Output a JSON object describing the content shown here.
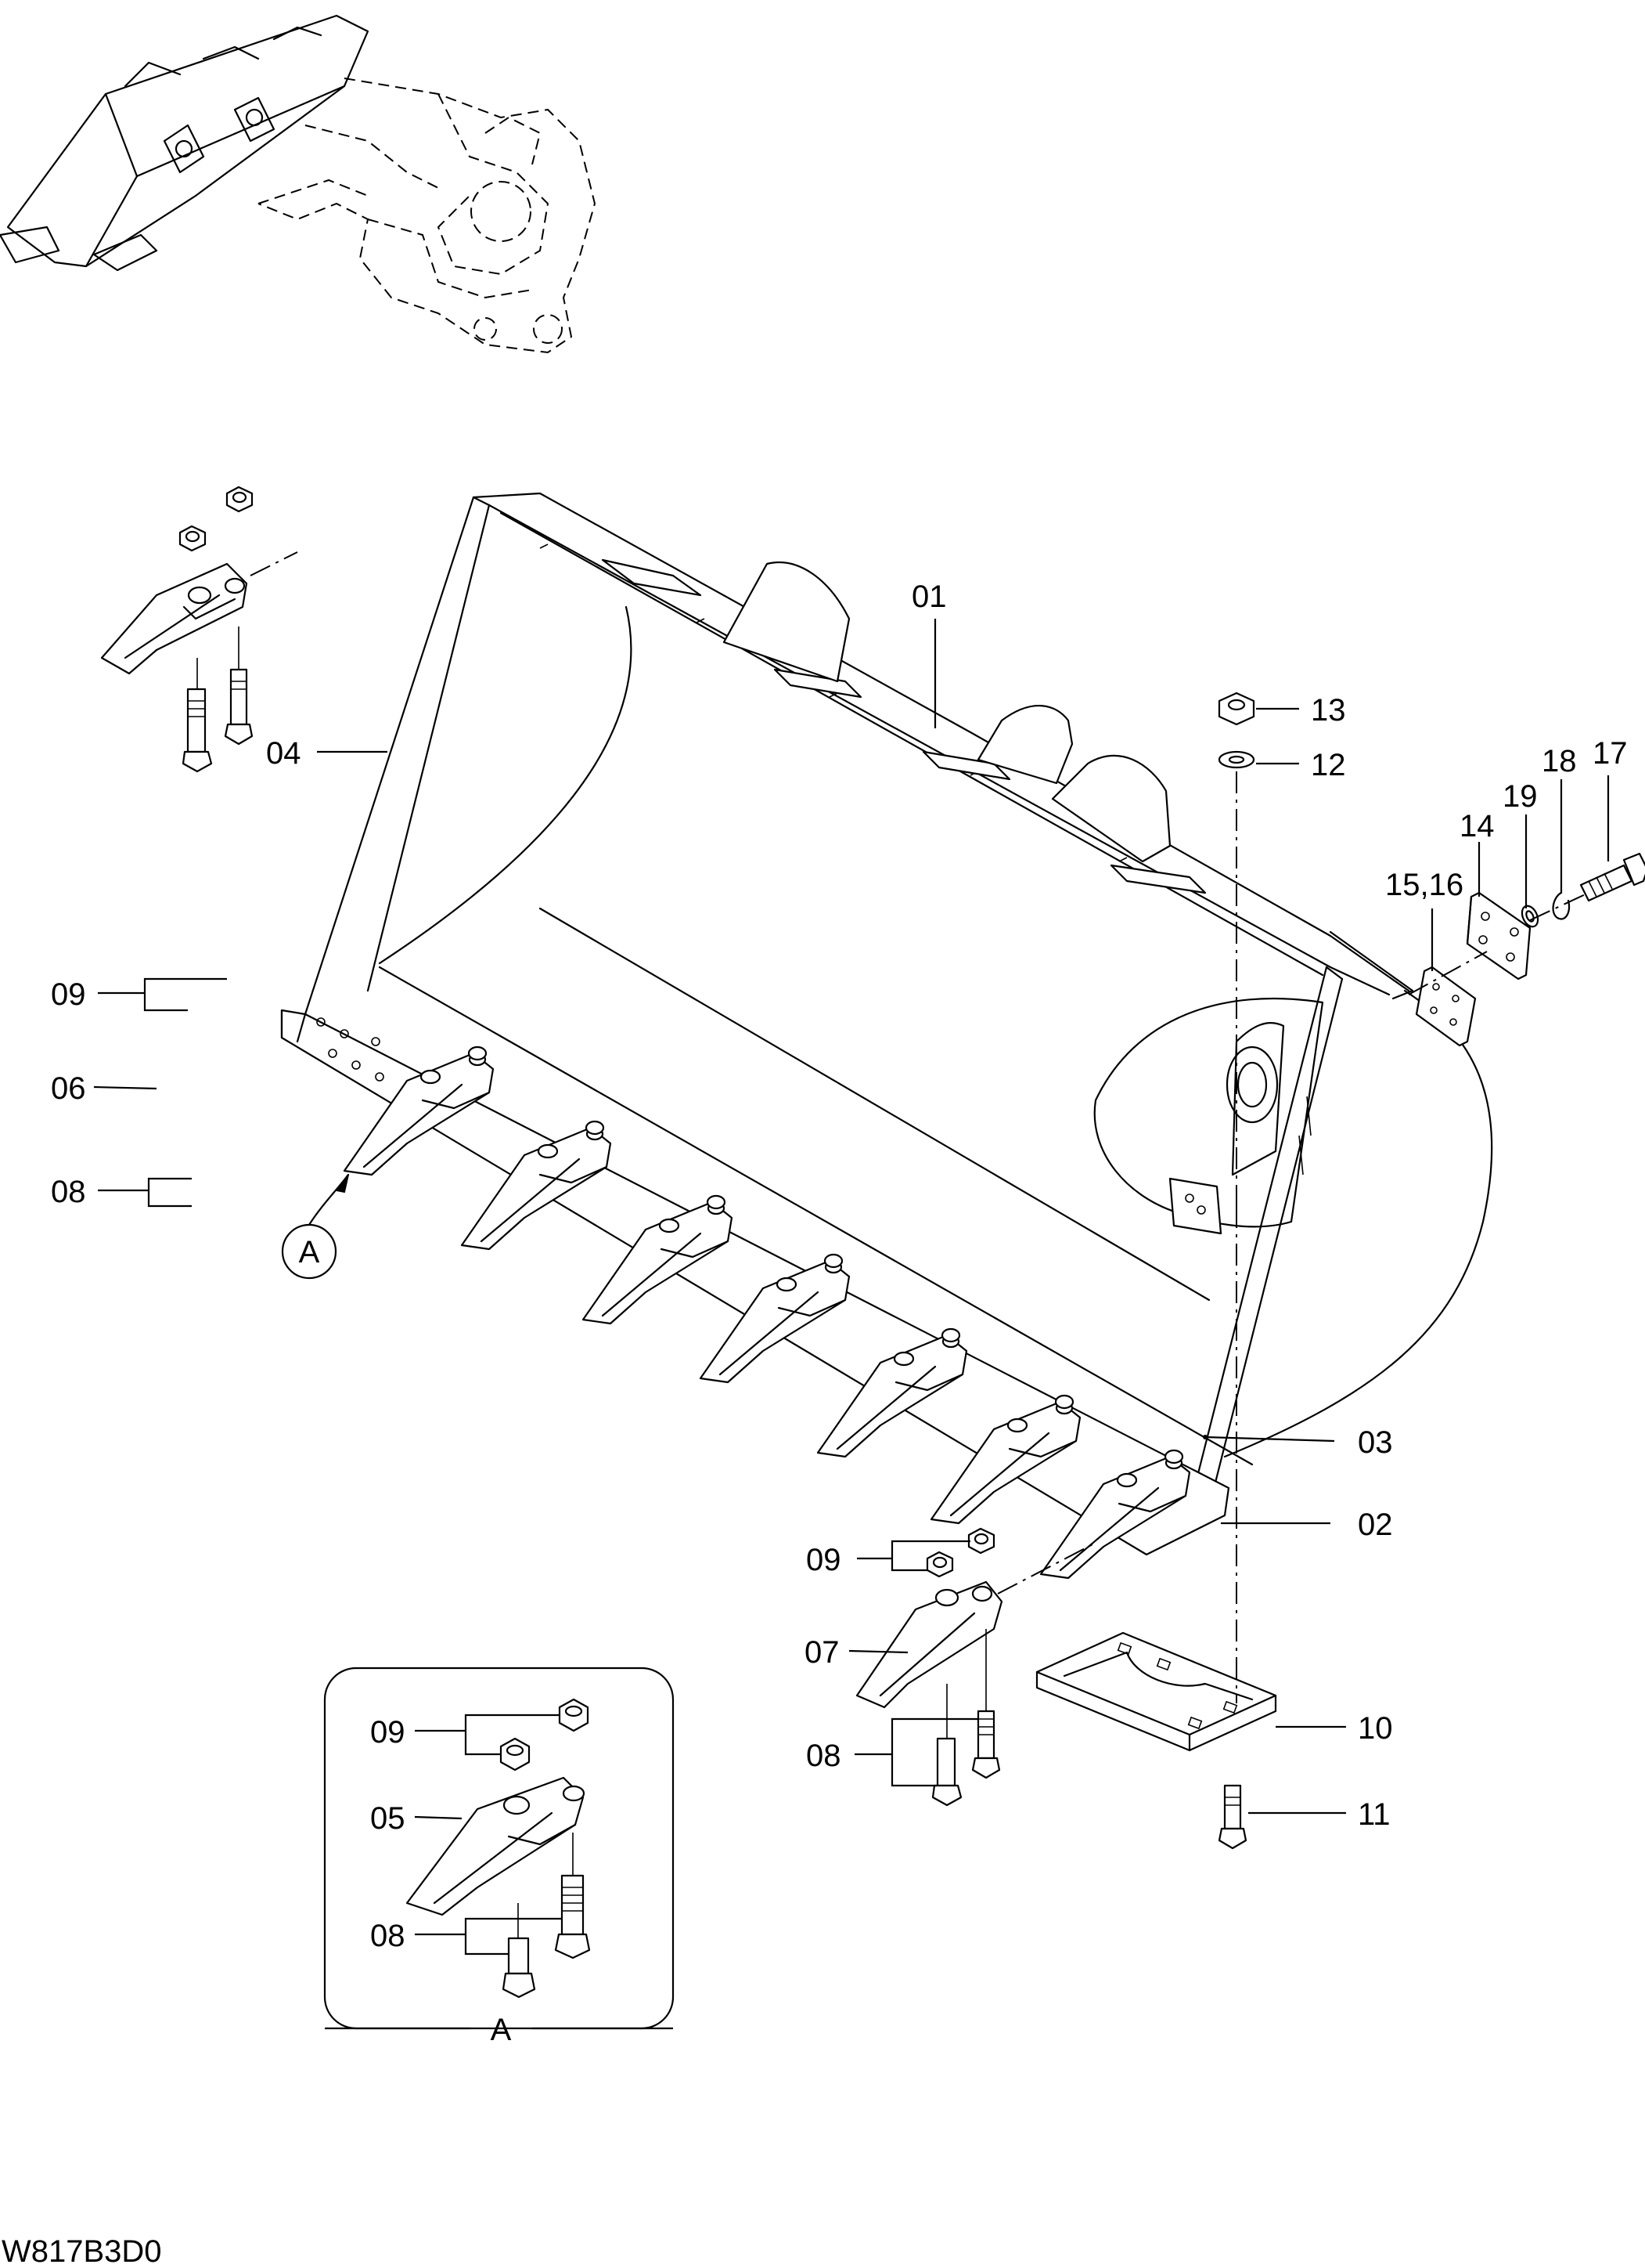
{
  "drawing_code": "W817B3D0",
  "callouts": {
    "c01": "01",
    "c02": "02",
    "c03": "03",
    "c04": "04",
    "c05": "05",
    "c06": "06",
    "c07": "07",
    "c08_left": "08",
    "c08_center": "08",
    "c08_inset": "08",
    "c09_left": "09",
    "c09_center": "09",
    "c09_inset": "09",
    "c10": "10",
    "c11": "11",
    "c12": "12",
    "c13": "13",
    "c14": "14",
    "c15_16": "15,16",
    "c17": "17",
    "c18": "18",
    "c19": "19"
  },
  "detail_marker": "A",
  "detail_label": "A"
}
